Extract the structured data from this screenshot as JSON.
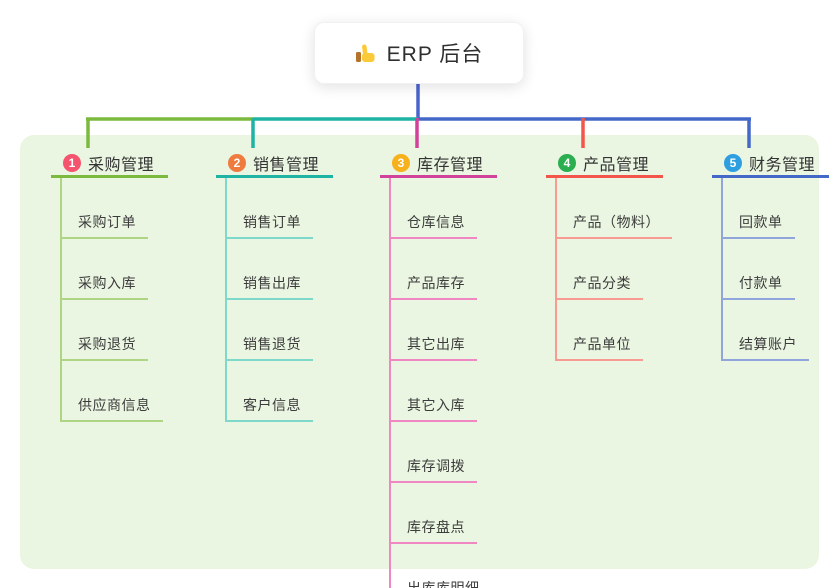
{
  "root": {
    "icon": "thumbs-up-icon",
    "label": "ERP 后台"
  },
  "colors": {
    "trunk": "#4A64CE",
    "panel_bg": "#EAF6E2"
  },
  "branches": [
    {
      "num": "1",
      "label": "采购管理",
      "badge_color": "#F4546E",
      "line_color": "#7CBA3F",
      "light_color": "#AED584",
      "children": [
        "采购订单",
        "采购入库",
        "采购退货",
        "供应商信息"
      ]
    },
    {
      "num": "2",
      "label": "销售管理",
      "badge_color": "#F07B3F",
      "line_color": "#1FB3A3",
      "light_color": "#7FD9CB",
      "children": [
        "销售订单",
        "销售出库",
        "销售退货",
        "客户信息"
      ]
    },
    {
      "num": "3",
      "label": "库存管理",
      "badge_color": "#F6B11D",
      "line_color": "#D1439A",
      "light_color": "#EF87C2",
      "children": [
        "仓库信息",
        "产品库存",
        "其它出库",
        "其它入库",
        "库存调拨",
        "库存盘点",
        "出库库明细"
      ]
    },
    {
      "num": "4",
      "label": "产品管理",
      "badge_color": "#2BAE4F",
      "line_color": "#F4554B",
      "light_color": "#F89B92",
      "children": [
        "产品（物料）",
        "产品分类",
        "产品单位"
      ]
    },
    {
      "num": "5",
      "label": "财务管理",
      "badge_color": "#2D9FE0",
      "line_color": "#4468C8",
      "light_color": "#90A5DC",
      "children": [
        "回款单",
        "付款单",
        "结算账户"
      ]
    }
  ]
}
